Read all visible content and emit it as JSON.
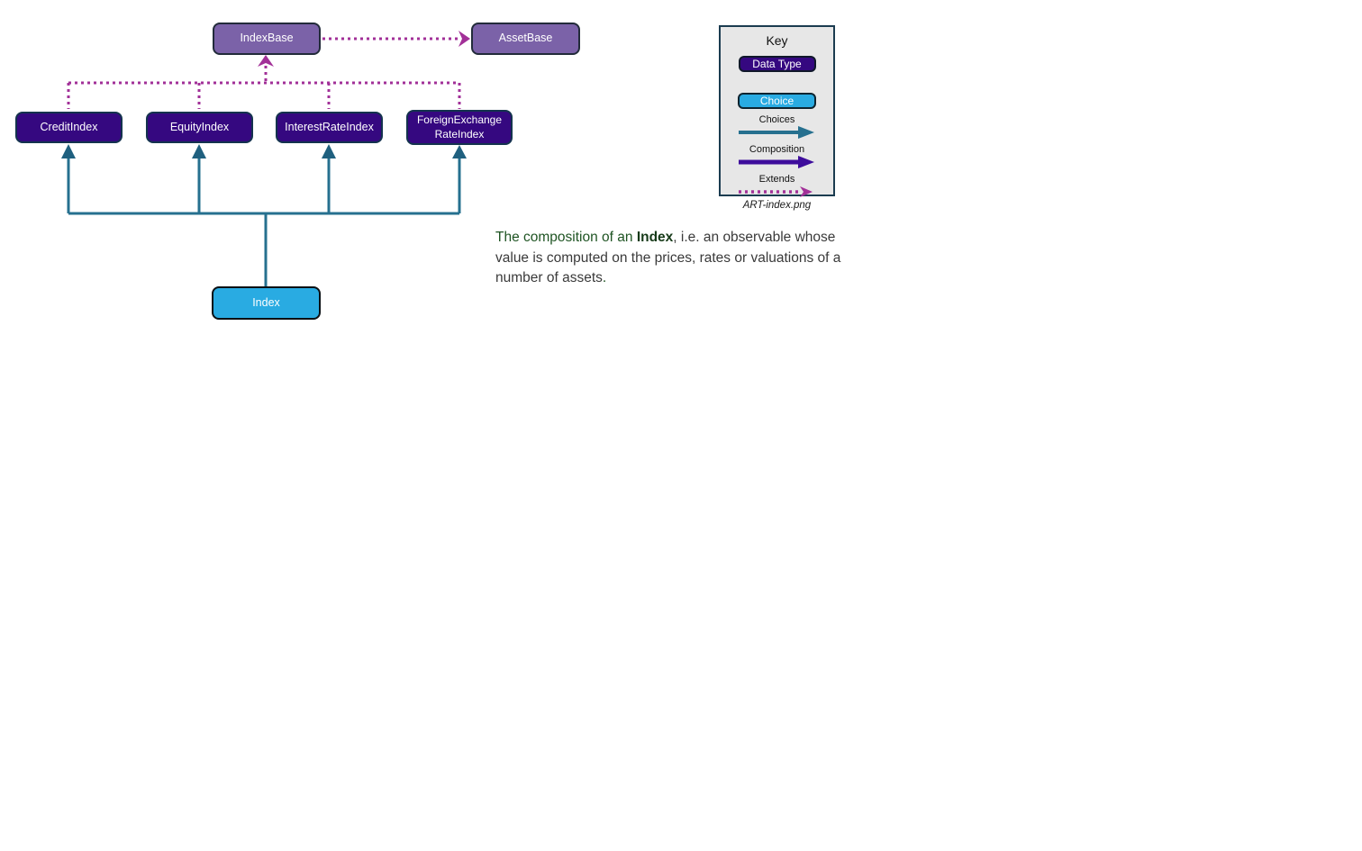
{
  "diagram": {
    "nodes": {
      "index_base": {
        "label": "IndexBase",
        "type": "data-type-base"
      },
      "asset_base": {
        "label": "AssetBase",
        "type": "data-type-base"
      },
      "credit_index": {
        "label": "CreditIndex",
        "type": "data-type"
      },
      "equity_index": {
        "label": "EquityIndex",
        "type": "data-type"
      },
      "interest_rate_index": {
        "label": "InterestRateIndex",
        "type": "data-type"
      },
      "foreign_exchange_rate_index": {
        "label": "ForeignExchangeRateIndex",
        "lines": [
          "ForeignExchange",
          "RateIndex"
        ],
        "type": "data-type"
      },
      "index": {
        "label": "Index",
        "type": "choice"
      }
    },
    "relations": [
      {
        "from": "IndexBase",
        "to": "AssetBase",
        "kind": "Extends"
      },
      {
        "from": "CreditIndex",
        "to": "IndexBase",
        "kind": "Extends"
      },
      {
        "from": "EquityIndex",
        "to": "IndexBase",
        "kind": "Extends"
      },
      {
        "from": "InterestRateIndex",
        "to": "IndexBase",
        "kind": "Extends"
      },
      {
        "from": "ForeignExchangeRateIndex",
        "to": "IndexBase",
        "kind": "Extends"
      },
      {
        "from": "Index",
        "to": "CreditIndex",
        "kind": "Choices"
      },
      {
        "from": "Index",
        "to": "EquityIndex",
        "kind": "Choices"
      },
      {
        "from": "Index",
        "to": "InterestRateIndex",
        "kind": "Choices"
      },
      {
        "from": "Index",
        "to": "ForeignExchangeRateIndex",
        "kind": "Choices"
      }
    ]
  },
  "key": {
    "title": "Key",
    "data_type_label": "Data Type",
    "choice_label": "Choice",
    "choices_label": "Choices",
    "composition_label": "Composition",
    "extends_label": "Extends",
    "caption": "ART-index.png"
  },
  "description": {
    "lead": "The composition of an ",
    "term": "Index",
    "rest": ", i.e. an observable whose value is computed on the prices, rates or valuations of a number of assets",
    "period": "."
  },
  "colors": {
    "purple_mid": "#7B62A8",
    "purple_dark": "#350880",
    "indigo": "#3E0D9C",
    "cyan": "#29ABE2",
    "teal": "#26708F",
    "teal_head": "#1F607F",
    "magenta": "#A23098",
    "key_bg": "#E7E7E7",
    "key_border": "#1B3C50",
    "green_text": "#1F5423",
    "term_text": "#163A18",
    "body_text": "#3A3A3A"
  }
}
